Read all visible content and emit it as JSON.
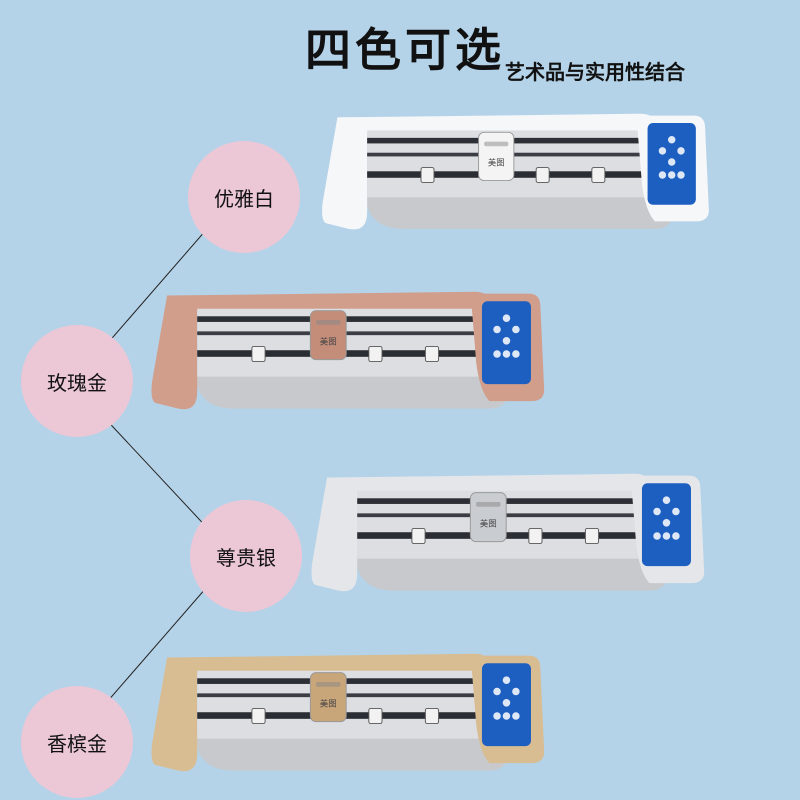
{
  "header": {
    "title": "四色可选",
    "subtitle": "艺术品与实用性结合"
  },
  "colors": [
    {
      "label": "优雅白",
      "body_color": "#f6f7f9",
      "carriage_color": "#f4f4f4"
    },
    {
      "label": "玫瑰金",
      "body_color": "#d19e8c",
      "carriage_color": "#c38d7a"
    },
    {
      "label": "尊贵银",
      "body_color": "#e4e6ea",
      "carriage_color": "#c9ccd1"
    },
    {
      "label": "香槟金",
      "body_color": "#d8bd93",
      "carriage_color": "#c9a57a"
    }
  ],
  "carriage_brand": "美图",
  "accent": {
    "screen": "#1d5fc1",
    "circle": "#ecc7d6",
    "background": "#b5d3e8"
  }
}
